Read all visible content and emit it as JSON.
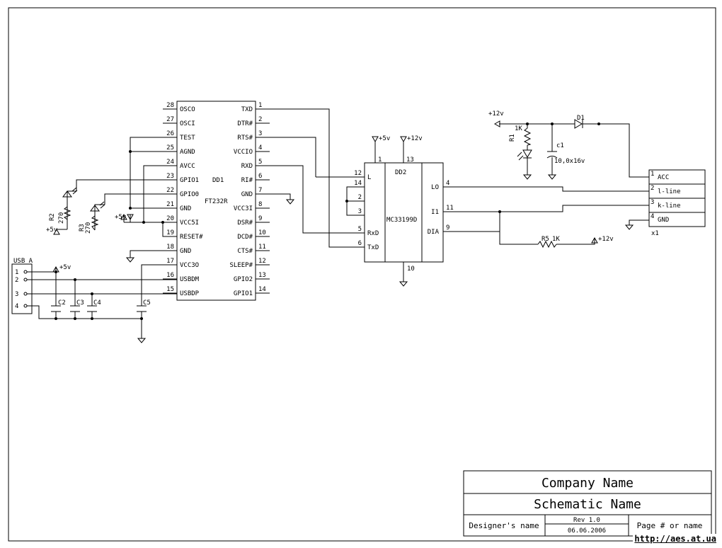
{
  "title_block": {
    "company": "Company Name",
    "schematic": "Schematic Name",
    "designer": "Designer's name",
    "rev": "Rev 1.0",
    "date": "06.06.2006",
    "page": "Page # or name"
  },
  "url": "http://aes.at.ua",
  "dd1": {
    "ref": "DD1",
    "part": "FT232R",
    "left_pins": [
      {
        "num": "28",
        "name": "OSCO"
      },
      {
        "num": "27",
        "name": "OSCI"
      },
      {
        "num": "26",
        "name": "TEST"
      },
      {
        "num": "25",
        "name": "AGND"
      },
      {
        "num": "24",
        "name": "AVCC"
      },
      {
        "num": "23",
        "name": "GPIO1"
      },
      {
        "num": "22",
        "name": "GPIO0"
      },
      {
        "num": "21",
        "name": "GND"
      },
      {
        "num": "20",
        "name": "VCC5I"
      },
      {
        "num": "19",
        "name": "RESET#"
      },
      {
        "num": "18",
        "name": "GND"
      },
      {
        "num": "17",
        "name": "VCC3O"
      },
      {
        "num": "16",
        "name": "USBDM"
      },
      {
        "num": "15",
        "name": "USBDP"
      }
    ],
    "right_pins": [
      {
        "num": "1",
        "name": "TXD"
      },
      {
        "num": "2",
        "name": "DTR#"
      },
      {
        "num": "3",
        "name": "RTS#"
      },
      {
        "num": "4",
        "name": "VCCIO"
      },
      {
        "num": "5",
        "name": "RXD"
      },
      {
        "num": "6",
        "name": "RI#"
      },
      {
        "num": "7",
        "name": "GND"
      },
      {
        "num": "8",
        "name": "VCC3I"
      },
      {
        "num": "9",
        "name": "DSR#"
      },
      {
        "num": "10",
        "name": "DCD#"
      },
      {
        "num": "11",
        "name": "CTS#"
      },
      {
        "num": "12",
        "name": "SLEEP#"
      },
      {
        "num": "13",
        "name": "GPIO2"
      },
      {
        "num": "14",
        "name": "GPIO1"
      }
    ]
  },
  "dd2": {
    "ref": "DD2",
    "part": "MC33199D",
    "left_pins": [
      {
        "num": "12",
        "name": "L"
      },
      {
        "num": "14",
        "name": ""
      },
      {
        "num": "2",
        "name": ""
      },
      {
        "num": "3",
        "name": ""
      },
      {
        "num": "5",
        "name": "RxD"
      },
      {
        "num": "6",
        "name": "TxD"
      }
    ],
    "right_pins": [
      {
        "num": "4",
        "name": "LO"
      },
      {
        "num": "11",
        "name": "I1"
      },
      {
        "num": "9",
        "name": "DIA"
      }
    ],
    "top_pins": [
      "1",
      "13"
    ],
    "bottom_pin": "10"
  },
  "x1": {
    "ref": "x1",
    "pins": [
      {
        "num": "1",
        "name": "ACC"
      },
      {
        "num": "2",
        "name": "l-line"
      },
      {
        "num": "3",
        "name": "k-line"
      },
      {
        "num": "4",
        "name": "GND"
      }
    ]
  },
  "usb": {
    "title": "USB A",
    "pins": [
      "1",
      "2",
      "3",
      "4"
    ]
  },
  "labels": {
    "p5v": "+5v",
    "p12v": "+12v",
    "c1": "c1",
    "c1_value": "10,0x16v",
    "c2": "C2",
    "c3": "C3",
    "c4": "C4",
    "c5": "C5",
    "r1": "R1",
    "r1_value": "1K",
    "r2": "R2",
    "r2_value": "270",
    "r3": "R3",
    "r3_value": "270",
    "r5": "R5",
    "r5_value": "1K",
    "d1": "D1"
  }
}
